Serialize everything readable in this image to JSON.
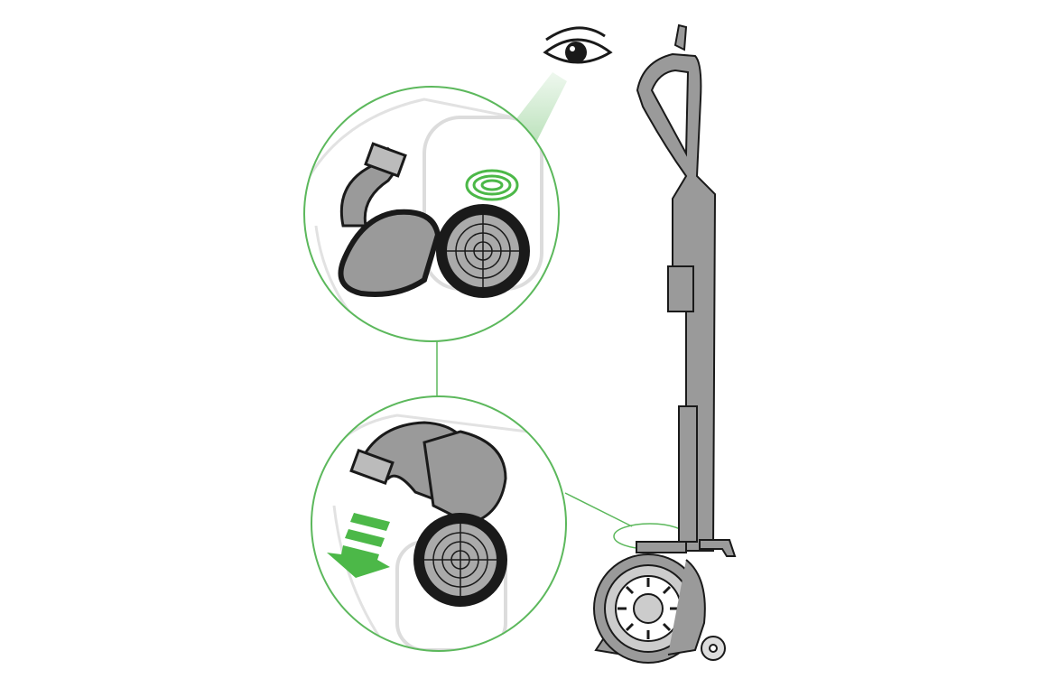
{
  "illustration": {
    "icons": [
      "eye-icon",
      "vacuum-cleaner",
      "magnified-detail-top",
      "magnified-detail-bottom",
      "arrow-down-left-icon"
    ],
    "colors": {
      "accent_green": "#5cb85c",
      "arrow_green": "#4cb848",
      "outline": "#1a1a1a",
      "body_gray": "#9a9a9a",
      "light_gray": "#d8d8d8",
      "background": "#ffffff"
    }
  }
}
